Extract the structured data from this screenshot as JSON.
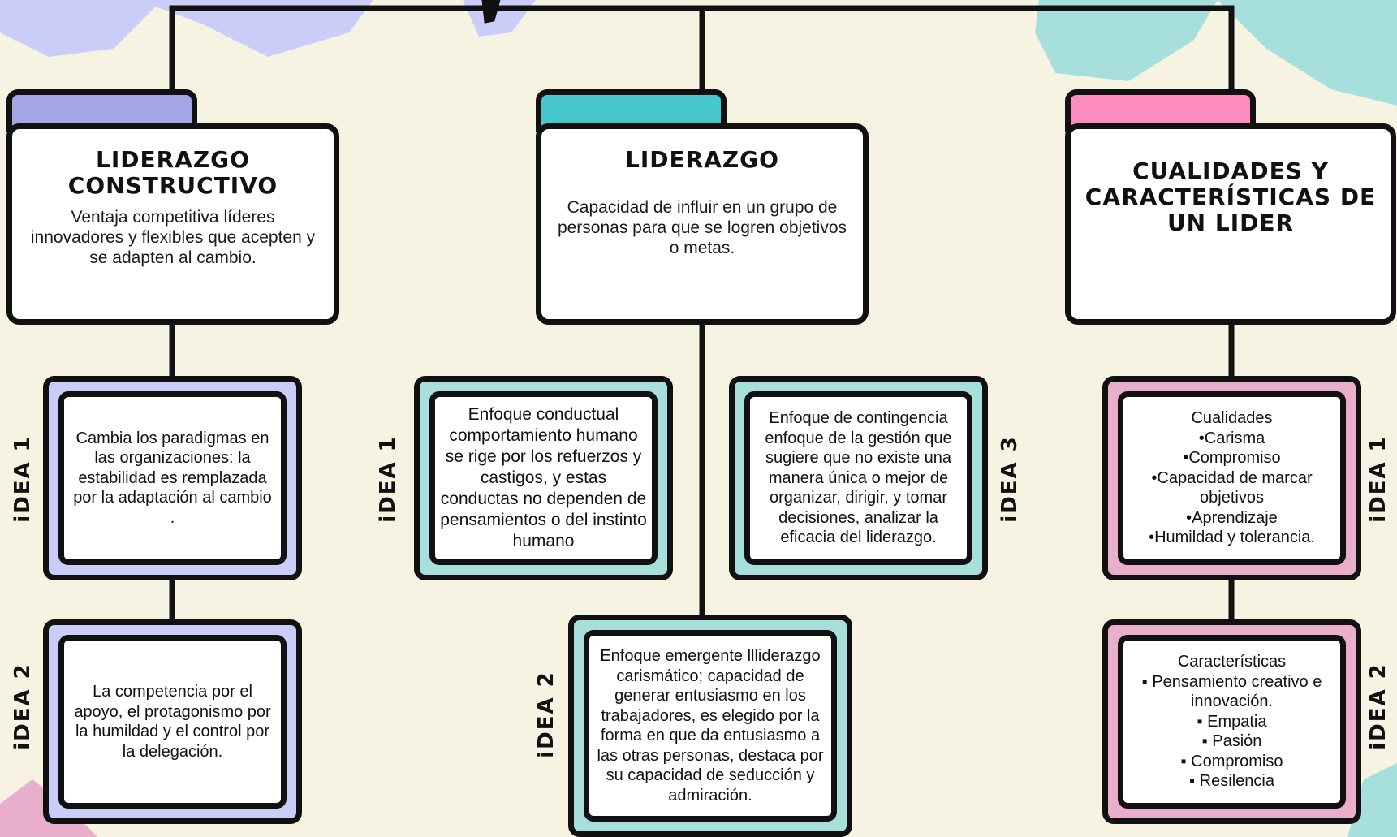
{
  "colors": {
    "background": "#f6f3e2",
    "purple_tab": "#a3a6e3",
    "teal_tab": "#48c8cb",
    "pink_tab": "#ff8cbf",
    "purple_card": "#c9cdf8",
    "teal_card": "#a7dfdc",
    "pink_card": "#e9aecb",
    "outline": "#111111"
  },
  "folders": {
    "left": {
      "title": "LiDERAZGO CONSTRUCTiVO",
      "description": "Ventaja competitiva líderes innovadores y flexibles que acepten y se adapten al cambio."
    },
    "center": {
      "title": "LiDERAZGO",
      "description": "Capacidad de influir en un grupo de personas para que se logren objetivos o metas."
    },
    "right": {
      "title": "CUALiDADES Y CARACTERÍSTICAS DE UN LiDER",
      "description": ""
    }
  },
  "cards": {
    "left_idea1": {
      "label": "iDEA 1",
      "text": "Cambia los paradigmas en las organizaciones: la estabilidad es remplazada por la adaptación al cambio ."
    },
    "left_idea2": {
      "label": "iDEA 2",
      "text": "La competencia por el apoyo, el protagonismo por la humildad y el control por la delegación."
    },
    "center_idea1": {
      "label": "iDEA 1",
      "text": "Enfoque conductual comportamiento humano se rige por los refuerzos y castigos, y estas conductas no dependen de pensamientos o del instinto humano"
    },
    "center_idea2": {
      "label": "iDEA 2",
      "text": "Enfoque emergente llliderazgo carismático; capacidad de generar entusiasmo en los trabajadores, es elegido por la forma en que da entusiasmo a las otras personas, destaca por su capacidad de seducción y admiración."
    },
    "center_idea3": {
      "label": "iDEA 3",
      "text": "Enfoque de contingencia enfoque de la gestión que sugiere que no existe una manera única o mejor de organizar, dirigir, y tomar decisiones, analizar la eficacia del liderazgo."
    },
    "right_idea1": {
      "label": "iDEA 1",
      "text": "Cualidades\n•Carisma\n•Compromiso\n•Capacidad de marcar objetivos\n•Aprendizaje\n•Humildad y tolerancia."
    },
    "right_idea2": {
      "label": "iDEA 2",
      "text": "Características\n▪ Pensamiento creativo e innovación.\n▪ Empatia\n▪ Pasión\n▪ Compromiso\n▪ Resilencia"
    }
  }
}
